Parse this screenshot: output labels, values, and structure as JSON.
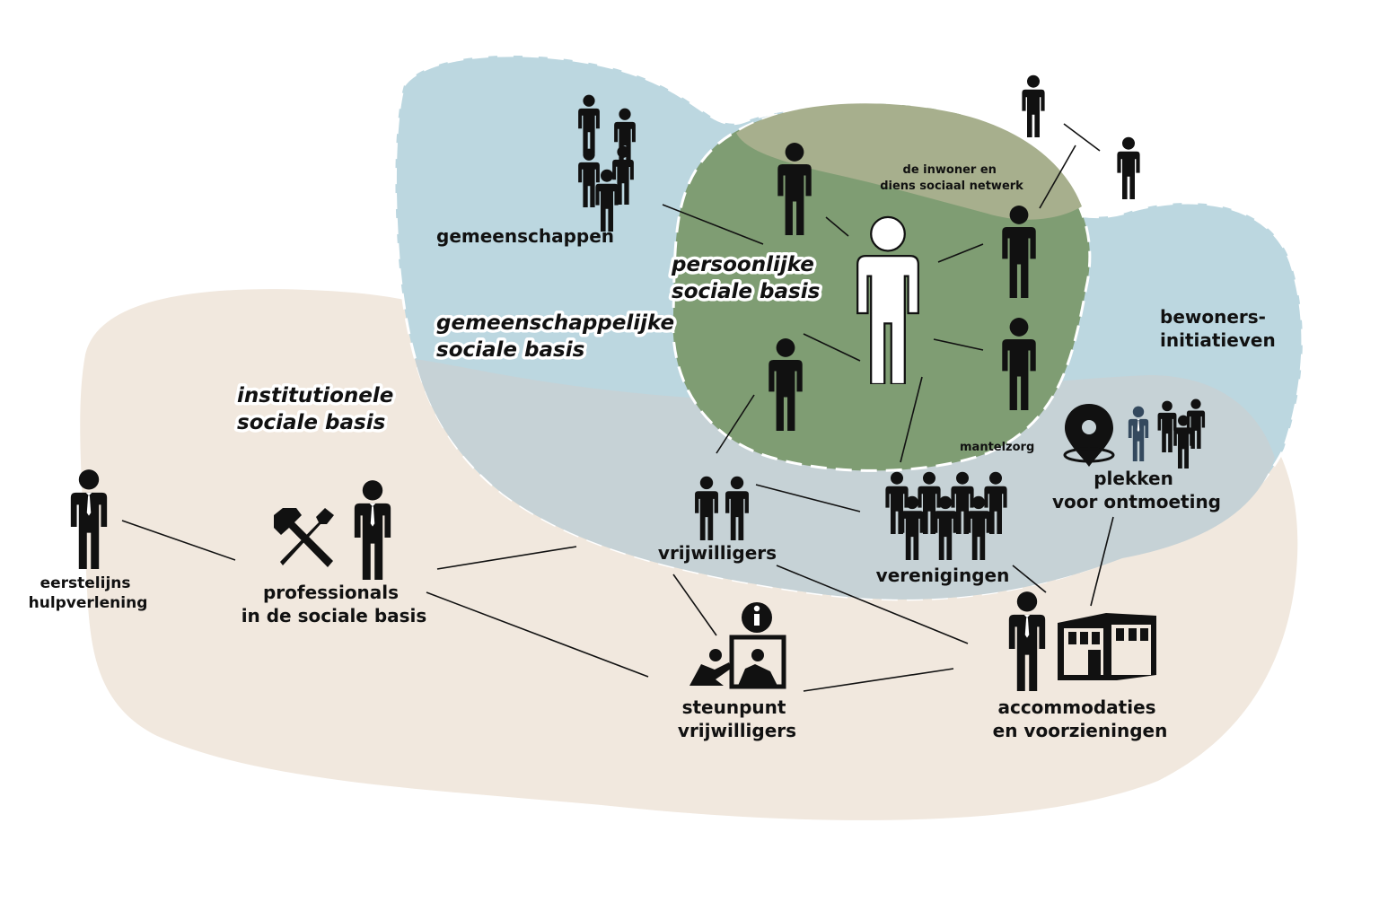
{
  "zones": {
    "personal": [
      "persoonlijke",
      "sociale basis"
    ],
    "communal": [
      "gemeenschappelijke",
      "sociale basis"
    ],
    "institutional": [
      "institutionele",
      "sociale basis"
    ]
  },
  "labels": {
    "gemeenschappen": "gemeenschappen",
    "inwoner": [
      "de inwoner en",
      "diens sociaal netwerk"
    ],
    "bewoners": [
      "bewoners-",
      "initiatieven"
    ],
    "mantelzorg": "mantelzorg",
    "plekken": [
      "plekken",
      "voor ontmoeting"
    ],
    "vrijwilligers": "vrijwilligers",
    "verenigingen": "verenigingen",
    "eerstelijns": [
      "eerstelijns",
      "hulpverlening"
    ],
    "professionals": [
      "professionals",
      "in de sociale basis"
    ],
    "steunpunt": [
      "steunpunt",
      "vrijwilligers"
    ],
    "accommodaties": [
      "accommodaties",
      "en voorzieningen"
    ]
  },
  "colors": {
    "institutional": "#f1e8de",
    "communal": "#bcd7e0",
    "overlap": "#c7d0d2",
    "personal": "#7f9d73",
    "network_band": "#a3ad87",
    "ink": "#111111"
  },
  "icons": [
    "person-icon",
    "group-icon",
    "tools-icon",
    "info-desk-icon",
    "building-icon",
    "location-pin-icon",
    "professional-icon"
  ]
}
